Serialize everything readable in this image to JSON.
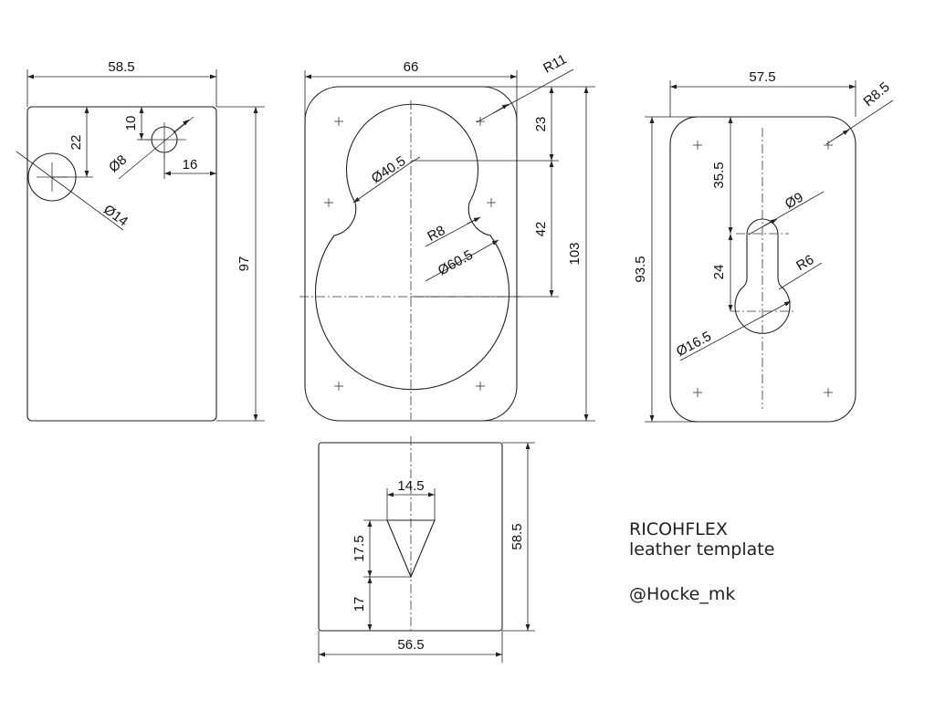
{
  "panel_left": {
    "width_dim": "58.5",
    "height_dim": "97",
    "hole_offset_top": "22",
    "hole_small_offset": "10",
    "hole_small_dia": "Ø8",
    "hole_small_edge": "16",
    "hole_large_dia": "Ø14"
  },
  "panel_center": {
    "width_dim": "66",
    "corner_radius": "R11",
    "offset_top": "23",
    "offset_mid": "42",
    "height_dim": "103",
    "small_circle_dia": "Ø40.5",
    "neck_radius": "R8",
    "large_circle_dia": "Ø60.5"
  },
  "panel_right": {
    "width_dim": "57.5",
    "corner_radius": "R8.5",
    "offset_top": "35.5",
    "slot_dia": "Ø9",
    "slot_length": "24",
    "neck_radius": "R6",
    "circle_dia": "Ø16.5",
    "height_dim": "93.5"
  },
  "panel_bottom": {
    "triangle_width": "14.5",
    "triangle_height": "17.5",
    "bottom_offset": "17",
    "height_dim": "58.5",
    "width_dim": "56.5"
  },
  "notes": {
    "title_line1": "RICOHFLEX",
    "title_line2": "leather template",
    "author": "@Hocke_mk"
  }
}
